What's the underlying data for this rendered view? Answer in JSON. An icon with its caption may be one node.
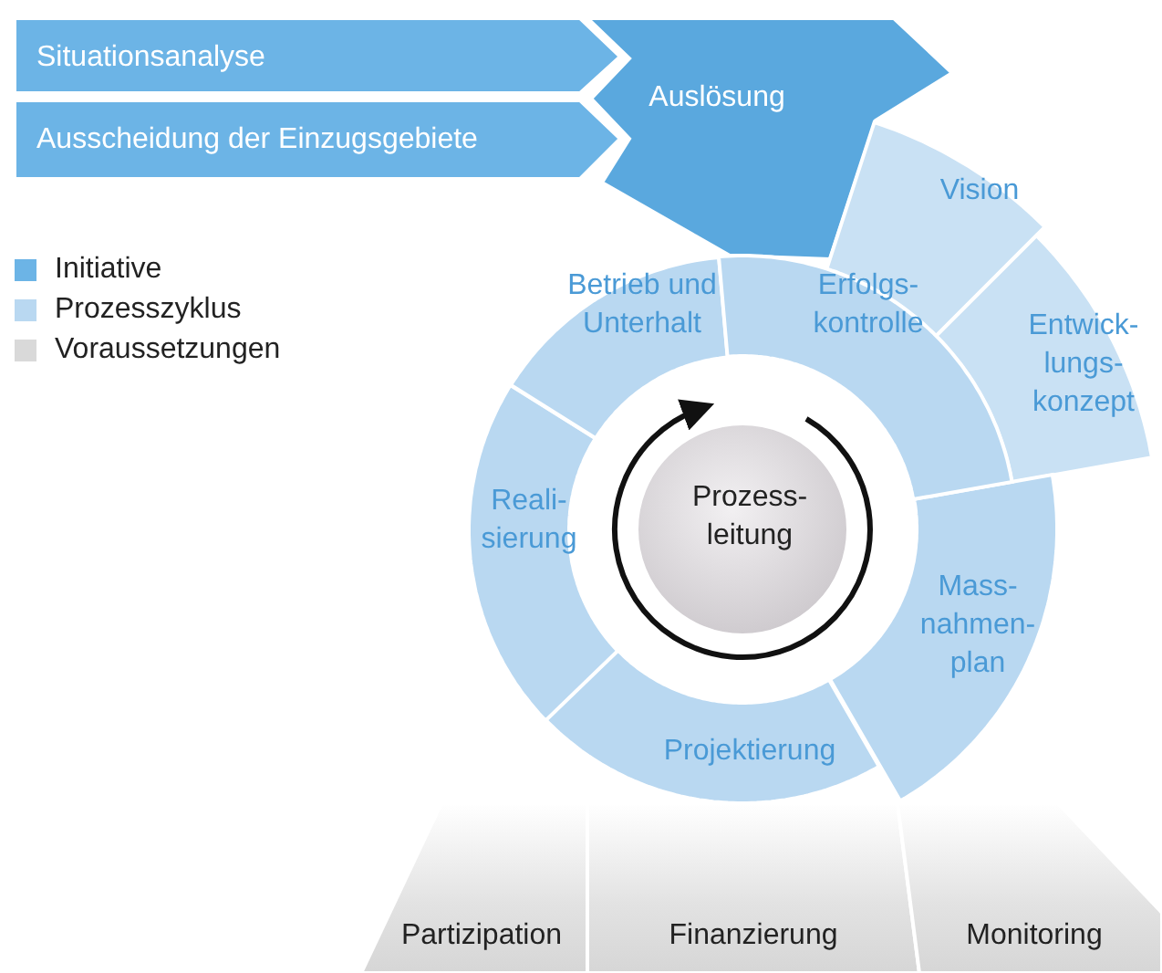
{
  "diagram": {
    "nodes": [
      {
        "text": [
          "Situationsanalyse"
        ]
      },
      {
        "text": [
          "Ausscheidung der Einzugsgebiete"
        ]
      },
      {
        "text": [
          "Auslösung"
        ]
      },
      {
        "text": [
          "Vision"
        ]
      },
      {
        "text": [
          "Entwick- lungs- konzept"
        ]
      },
      {
        "text": [
          "Mass- nahmen- plan"
        ]
      },
      {
        "text": [
          "Projektierung"
        ]
      },
      {
        "text": [
          "Reali- sierung"
        ]
      },
      {
        "text": [
          "Betrieb und Unterhalt"
        ]
      },
      {
        "text": [
          "Erfolgs- kontrolle"
        ]
      },
      {
        "text": [
          "Prozess- leitung"
        ]
      },
      {
        "text": [
          "Partizipation"
        ]
      },
      {
        "text": [
          "Finanzierung"
        ]
      },
      {
        "text": [
          "Monitoring"
        ]
      }
    ],
    "legend": [
      {
        "text": "Initiative",
        "color": "#6cb4e6"
      },
      {
        "text": "Prozesszyklus",
        "color": "#b9d8f1"
      },
      {
        "text": "Voraussetzungen",
        "color": "#d9d9d9"
      }
    ]
  }
}
